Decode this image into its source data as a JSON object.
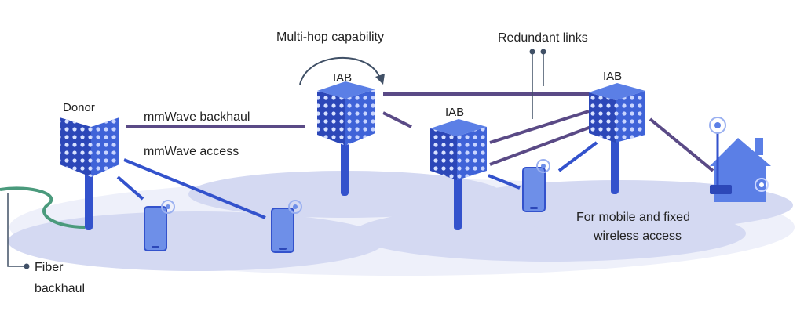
{
  "labels": {
    "donor": "Donor",
    "iab_1": "IAB",
    "iab_2": "IAB",
    "iab_3": "IAB",
    "multihop": "Multi-hop capability",
    "redundant": "Redundant links",
    "mmwave_backhaul": "mmWave backhaul",
    "mmwave_access": "mmWave access",
    "fixed_line1": "For mobile and fixed",
    "fixed_line2": "wireless access",
    "fiber_line1": "Fiber",
    "fiber_line2": "backhaul"
  },
  "colors": {
    "ground_outer": "#eef0fa",
    "ground_inner": "#d4d9f2",
    "node_blue": "#3f63d8",
    "node_dark": "#2c47b8",
    "access_link": "#3352cc",
    "backhaul_link": "#5a4a86",
    "fiber": "#4a9a7c",
    "phone": "#6e8fe8",
    "house": "#5b7fe6",
    "annotation": "#405066"
  }
}
